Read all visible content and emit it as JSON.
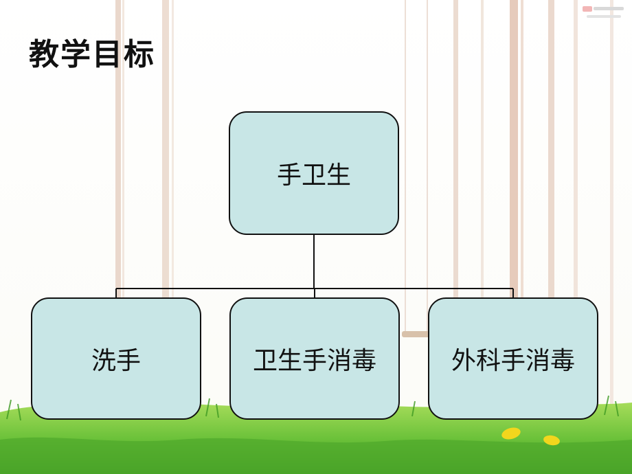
{
  "slide": {
    "title": "教学目标"
  },
  "diagram": {
    "root": "手卫生",
    "children": [
      "洗手",
      "卫生手消毒",
      "外科手消毒"
    ]
  },
  "colors": {
    "box_fill": "#c8e6e6",
    "box_border": "#111111",
    "connector": "#111111",
    "grass": "#6cc23a",
    "flower": "#f2d61d"
  }
}
